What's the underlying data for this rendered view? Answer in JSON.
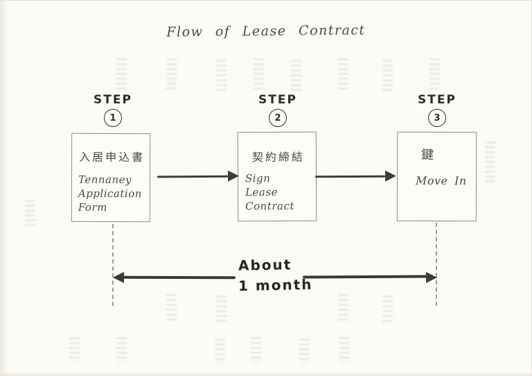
{
  "title": "Flow of Lease Contract",
  "steps": [
    {
      "label": "STEP",
      "number": "1",
      "jp": "入居申込書",
      "lines": [
        "Tennaney",
        "Application",
        "Form"
      ]
    },
    {
      "label": "STEP",
      "number": "2",
      "jp": "契約締結",
      "lines": [
        "Sign",
        "Lease",
        "Contract"
      ]
    },
    {
      "label": "STEP",
      "number": "3",
      "jp": "鍵",
      "lines": [
        "Move In"
      ]
    }
  ],
  "duration": {
    "line1": "About",
    "line2": "1 month"
  },
  "colors": {
    "paper": "#fcfbf7",
    "ink": "#4a4a4a",
    "marker": "#2b2b2b",
    "box_border": "#8a8a8a",
    "arrow": "#3c3c3c",
    "dash": "#9a9a9a"
  }
}
